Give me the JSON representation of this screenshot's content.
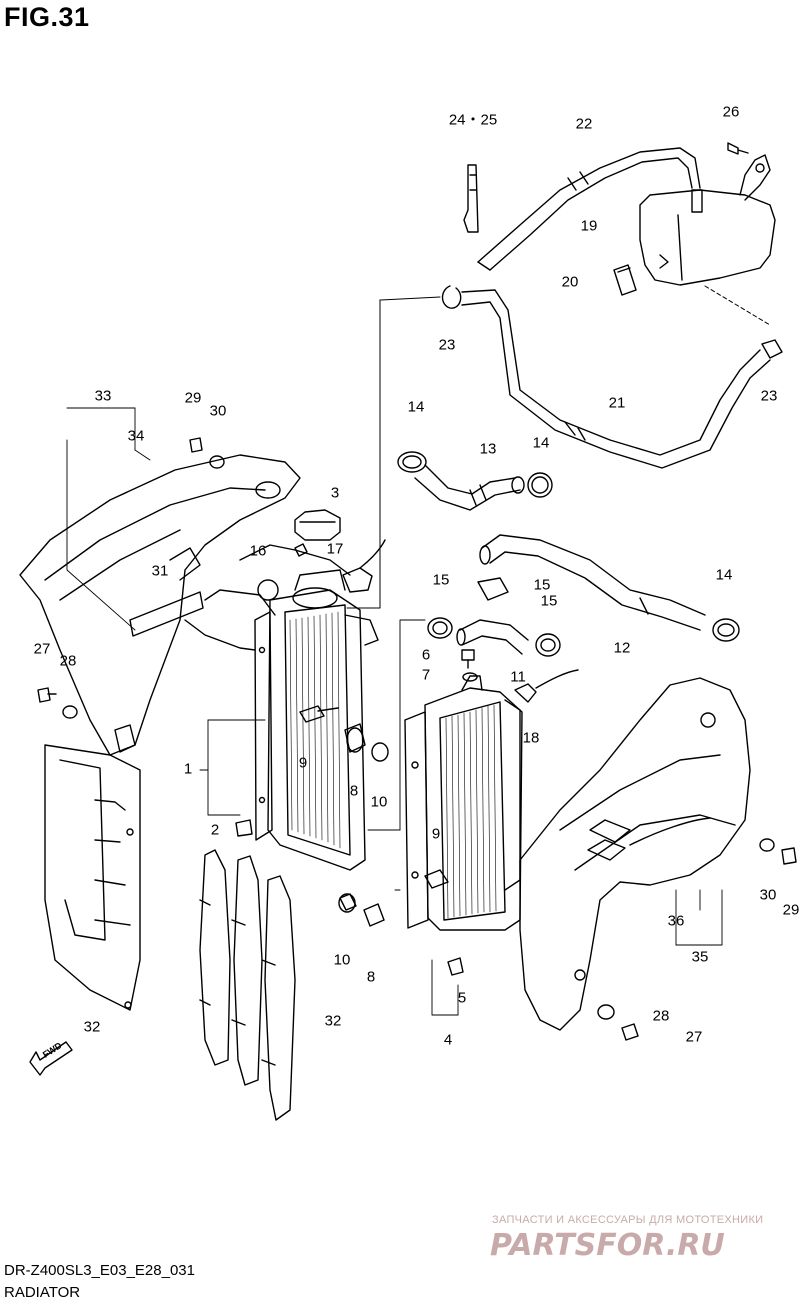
{
  "figure": {
    "title": "FIG.31"
  },
  "footer": {
    "model_code": "DR-Z400SL3_E03_E28_031",
    "section": "RADIATOR"
  },
  "watermark": {
    "tagline": "ЗАПЧАСТИ И АКСЕССУАРЫ ДЛЯ МОТОТЕХНИКИ",
    "logo": "PARTSFOR.RU",
    "color": "#c9aaaa"
  },
  "fwd_label": "FWD",
  "callouts": [
    "24・25",
    "22",
    "26",
    "19",
    "20",
    "23",
    "23",
    "14",
    "13",
    "14",
    "21",
    "33",
    "34",
    "29",
    "30",
    "3",
    "16",
    "17",
    "31",
    "15",
    "15",
    "15",
    "14",
    "27",
    "28",
    "6",
    "7",
    "12",
    "11",
    "18",
    "1",
    "9",
    "8",
    "10",
    "2",
    "9",
    "30",
    "29",
    "36",
    "35",
    "10",
    "8",
    "5",
    "4",
    "32",
    "32",
    "28",
    "27"
  ]
}
